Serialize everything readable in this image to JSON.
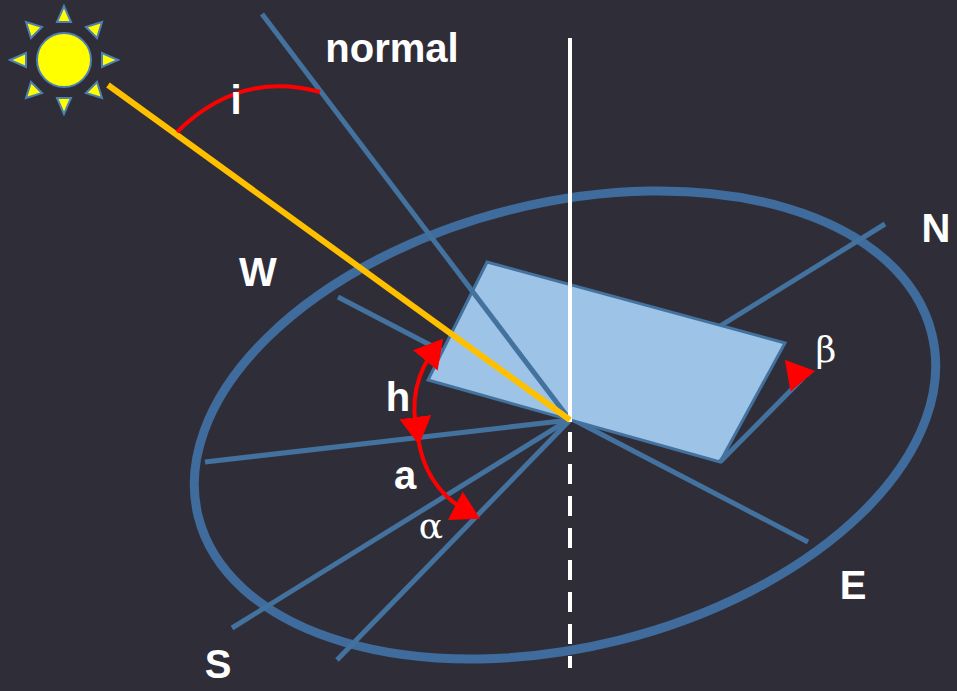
{
  "diagram": {
    "labels": [
      "normal",
      "i",
      "W",
      "N",
      "h",
      "β",
      "a",
      "α",
      "E",
      "S"
    ]
  }
}
